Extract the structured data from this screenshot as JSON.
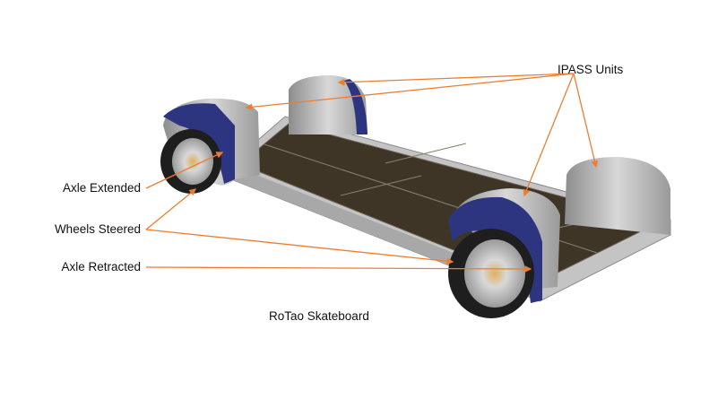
{
  "labels": {
    "ipass_units": "IPASS Units",
    "axle_extended": "Axle Extended",
    "wheels_steered": "Wheels Steered",
    "axle_retracted": "Axle Retracted",
    "caption": "RoTao Skateboard"
  },
  "colors": {
    "arrow": "#ED7D31",
    "fender": "#2E3580",
    "deck": "#3E3526",
    "frame": "#BFBFBF",
    "ipass": "#B8B8B8"
  }
}
